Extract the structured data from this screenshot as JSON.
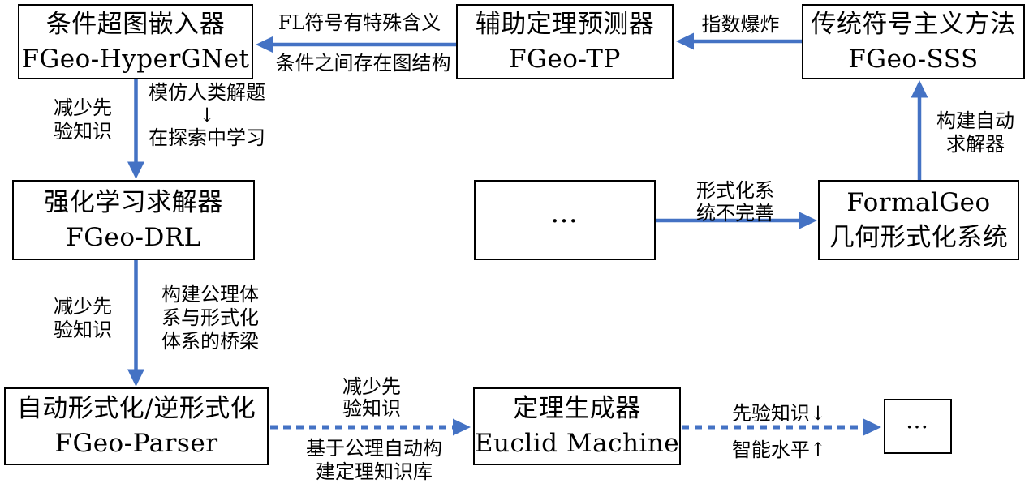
{
  "colors": {
    "arrow": "#4472C4",
    "border": "#000000",
    "text": "#000000",
    "background": "#FFFFFF"
  },
  "boxes": {
    "hypergnet": {
      "line1": "条件超图嵌入器",
      "line2": "FGeo-HyperGNet"
    },
    "tp": {
      "line1": "辅助定理预测器",
      "line2": "FGeo-TP"
    },
    "sss": {
      "line1": "传统符号主义方法",
      "line2": "FGeo-SSS"
    },
    "drl": {
      "line1": "强化学习求解器",
      "line2": "FGeo-DRL"
    },
    "ellipsis_mid": {
      "line1": "…"
    },
    "formalgeo": {
      "line1": "FormalGeo",
      "line2": "几何形式化系统"
    },
    "parser": {
      "line1": "自动形式化/逆形式化",
      "line2": "FGeo-Parser"
    },
    "euclid": {
      "line1": "定理生成器",
      "line2": "Euclid Machine"
    },
    "ellipsis_end": {
      "line1": "…"
    }
  },
  "edge_labels": {
    "fl_special": "FL符号有特殊含义",
    "graph_structure": "条件之间存在图结构",
    "exponential_explosion": "指数爆炸",
    "reduce_prior_a": {
      "line1": "减少先",
      "line2": "验知识"
    },
    "imitate_human": {
      "line1": "模仿人类解题",
      "arrow": "↓",
      "line2": "在探索中学习"
    },
    "build_solver": {
      "line1": "构建自动",
      "line2": "求解器"
    },
    "system_incomplete": {
      "line1": "形式化系",
      "line2": "统不完善"
    },
    "reduce_prior_b": {
      "line1": "减少先",
      "line2": "验知识"
    },
    "axiom_bridge": {
      "line1": "构建公理体",
      "line2": "系与形式化",
      "line3": "体系的桥梁"
    },
    "reduce_prior_c": {
      "line1": "减少先",
      "line2": "验知识"
    },
    "axiom_theorem_kb": {
      "line1": "基于公理自动构",
      "line2": "建定理知识库"
    },
    "prior_knowledge_down": "先验知识↓",
    "intelligence_up": "智能水平↑"
  }
}
